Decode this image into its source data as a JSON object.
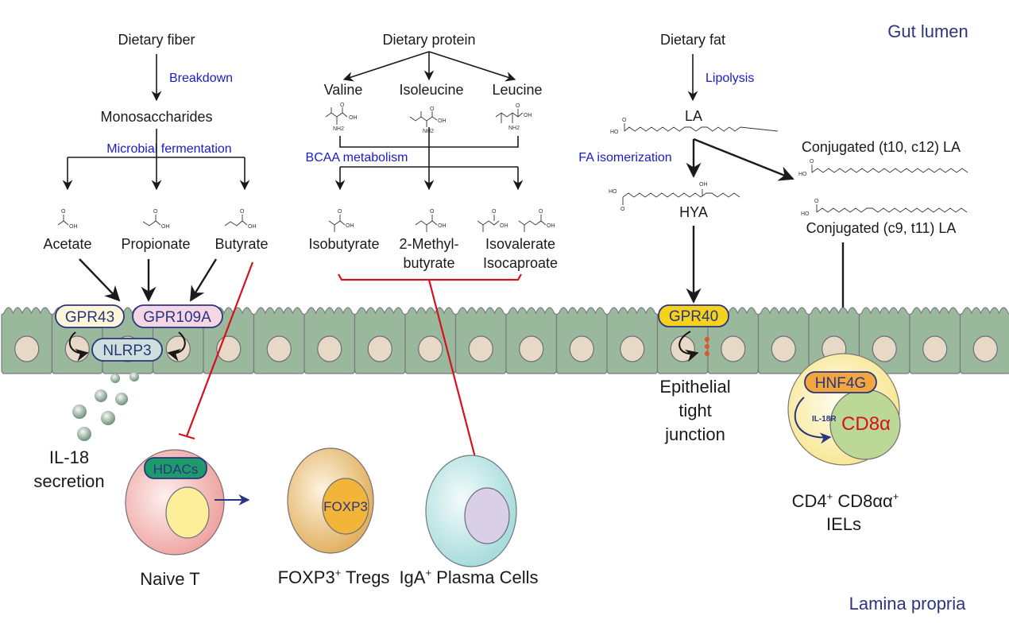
{
  "regions": {
    "top": "Gut lumen",
    "bottom": "Lamina propria"
  },
  "fiber": {
    "source": "Dietary fiber",
    "step1": "Breakdown",
    "intermediate": "Monosaccharides",
    "step2": "Microbial  fermentation",
    "products": [
      "Acetate",
      "Propionate",
      "Butyrate"
    ]
  },
  "protein": {
    "source": "Dietary protein",
    "amino_acids": [
      "Valine",
      "Isoleucine",
      "Leucine"
    ],
    "step": "BCAA metabolism",
    "products": [
      "Isobutyrate",
      "2-Methyl-",
      "butyrate",
      "Isovalerate",
      "Isocaproate"
    ]
  },
  "fat": {
    "source": "Dietary fat",
    "step1": "Lipolysis",
    "intermediate": "LA",
    "step2": "FA isomerization",
    "products": [
      "HYA",
      "Conjugated (t10, c12) LA",
      "Conjugated (c9, t11) LA"
    ]
  },
  "chem_labels": {
    "oh": "OH",
    "o": "O",
    "nh2": "NH2",
    "ho": "HO"
  },
  "receptors": {
    "gpr43": "GPR43",
    "gpr109a": "GPR109A",
    "nlrp3": "NLRP3",
    "gpr40": "GPR40",
    "hdacs": "HDACs",
    "foxp3": "FOXP3",
    "hnf4g": "HNF4G",
    "il18r": "IL-18R",
    "cd8a": "CD8α"
  },
  "outcomes": {
    "il18_line1": "IL-18",
    "il18_line2": "secretion",
    "tj_line1": "Epithelial",
    "tj_line2": "tight",
    "tj_line3": "junction",
    "naive": "Naive T",
    "treg_pre": "FOXP3",
    "treg_sup": "+",
    "treg_post": " Tregs",
    "iga_pre": "IgA",
    "iga_sup": "+",
    "iga_post": " Plasma Cells",
    "iel_a": "CD4",
    "iel_a_sup": "+",
    "iel_b": " CD8αα",
    "iel_b_sup": "+",
    "iel_line2": "IELs"
  },
  "colors": {
    "process_text": "#1a1acc",
    "region_text": "#2d3580",
    "inhibition": "#d4121f",
    "epithelium": "#9ab89c",
    "gpr43_fill": "#fdf6d8",
    "gpr109a_fill": "#f5d6e4",
    "nlrp3_fill": "#cfe0dc",
    "gpr40_fill": "#f7d21c",
    "hdacs_fill": "#1f9a6a",
    "hnf4g_fill": "#f2a640"
  }
}
